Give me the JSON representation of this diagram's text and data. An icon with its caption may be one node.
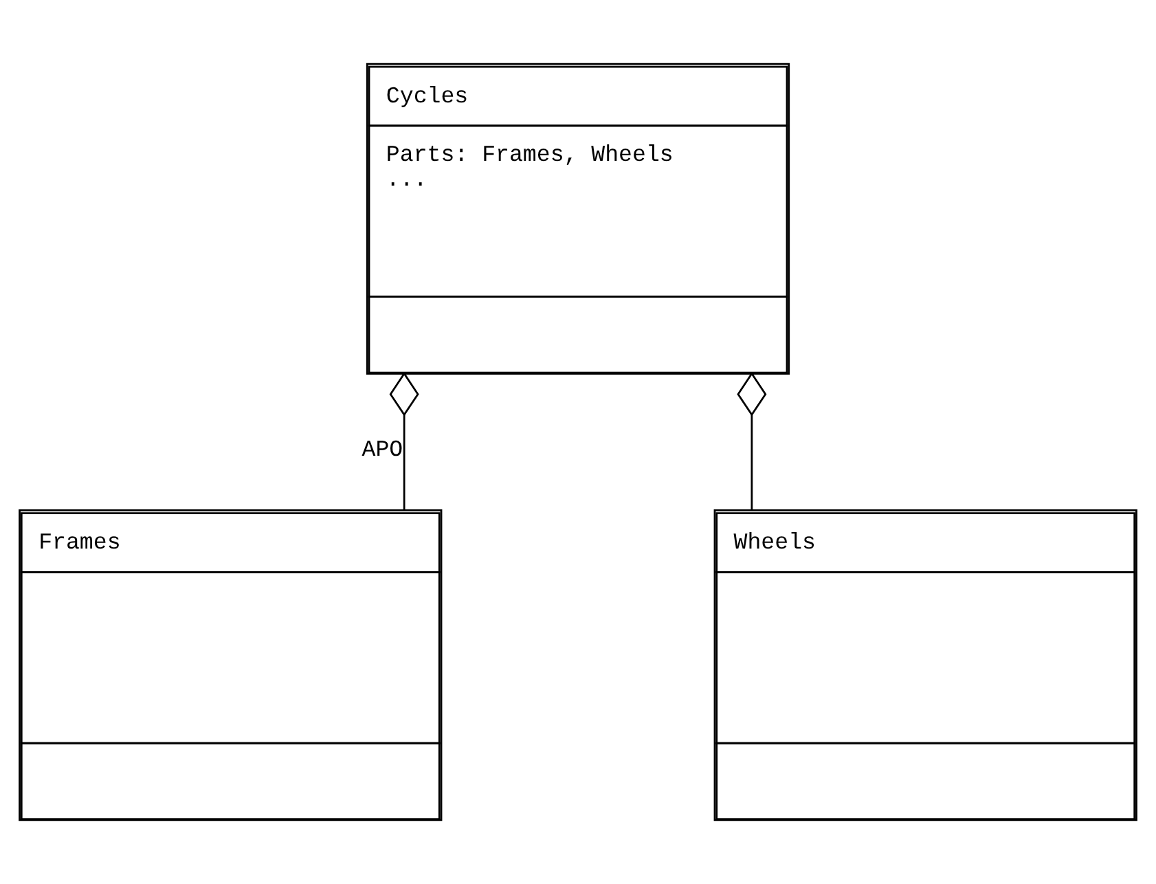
{
  "diagram": {
    "nodes": [
      {
        "text": [
          "Cycles",
          "Parts: Frames, Wheels",
          "..."
        ]
      },
      {
        "text": [
          "Frames"
        ]
      },
      {
        "text": [
          "Wheels"
        ]
      }
    ],
    "edges": [
      {
        "from": 0,
        "to": 1,
        "arrow": "other",
        "label": "APO"
      },
      {
        "from": 0,
        "to": 2,
        "arrow": "other"
      }
    ]
  }
}
